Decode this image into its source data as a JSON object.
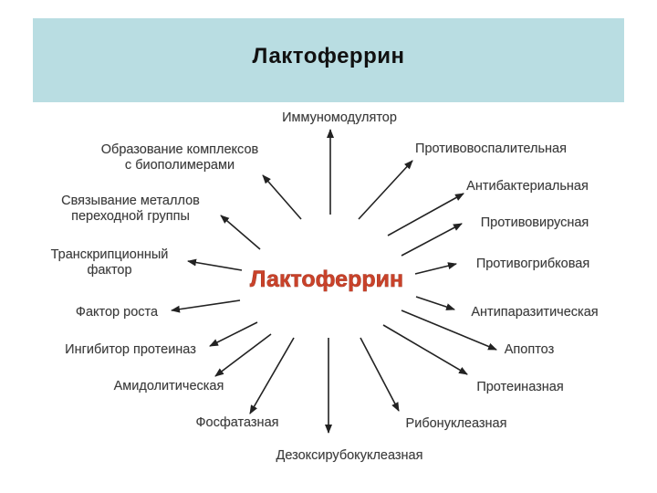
{
  "slide": {
    "title": "Лактоферрин"
  },
  "diagram": {
    "center": "Лактоферрин",
    "nodes": [
      {
        "id": "immunomodulator",
        "lines": [
          "Иммуномодулятор"
        ]
      },
      {
        "id": "anti-inflammatory",
        "lines": [
          "Противовоспалительная"
        ]
      },
      {
        "id": "antibacterial",
        "lines": [
          "Антибактериальная"
        ]
      },
      {
        "id": "antiviral",
        "lines": [
          "Противовирусная"
        ]
      },
      {
        "id": "antifungal",
        "lines": [
          "Противогрибковая"
        ]
      },
      {
        "id": "antiparasitic",
        "lines": [
          "Антипаразитическая"
        ]
      },
      {
        "id": "apoptosis",
        "lines": [
          "Апоптоз"
        ]
      },
      {
        "id": "proteinase",
        "lines": [
          "Протеиназная"
        ]
      },
      {
        "id": "ribonuclease",
        "lines": [
          "Рибонуклеазная"
        ]
      },
      {
        "id": "deoxyribonuclease",
        "lines": [
          "Дезоксирубокуклеазная"
        ]
      },
      {
        "id": "phosphatase",
        "lines": [
          "Фосфатазная"
        ]
      },
      {
        "id": "amidolytic",
        "lines": [
          "Амидолитическая"
        ]
      },
      {
        "id": "protease-inhibitor",
        "lines": [
          "Ингибитор протеиназ"
        ]
      },
      {
        "id": "growth-factor",
        "lines": [
          "Фактор роста"
        ]
      },
      {
        "id": "transcription-factor",
        "lines": [
          "Транскрипционный",
          "фактор"
        ]
      },
      {
        "id": "metal-binding",
        "lines": [
          "Связывание металлов",
          "переходной группы"
        ]
      },
      {
        "id": "biopolymer-complexes",
        "lines": [
          "Образование комплексов",
          "с биополимерами"
        ]
      }
    ]
  }
}
